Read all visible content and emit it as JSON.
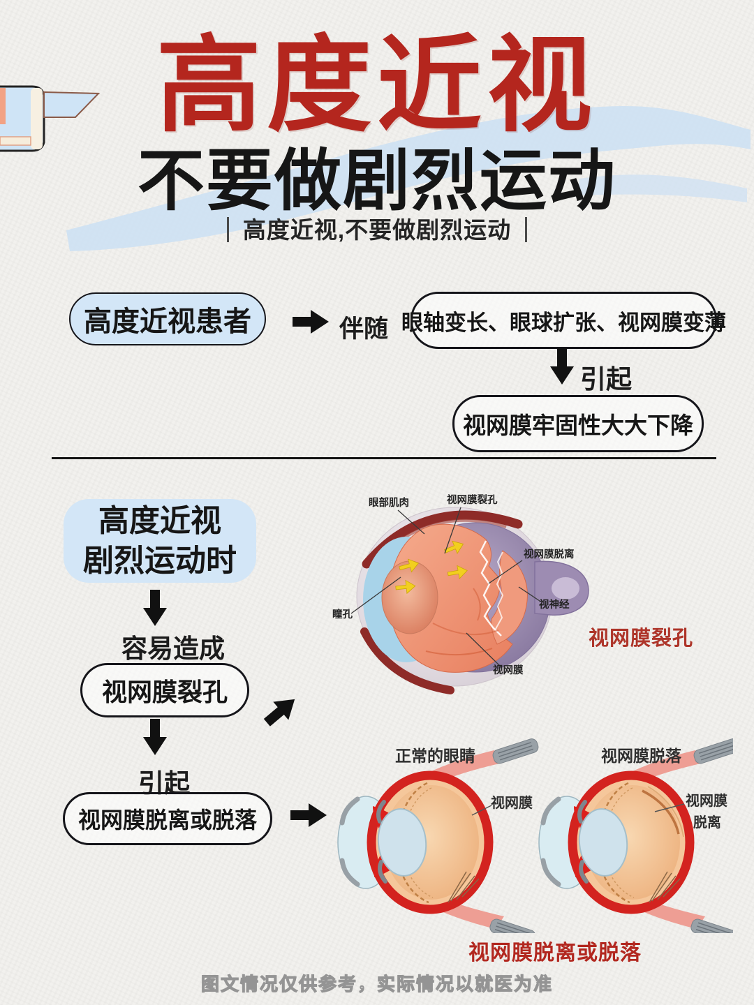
{
  "poster": {
    "title_red": "高度近视",
    "title_black": "不要做剧烈运动",
    "subtitle": "高度近视,不要做剧烈运动",
    "disclaimer": "图文情况仅供参考，实际情况以就医为准",
    "colors": {
      "accent_red": "#b4261e",
      "caption_red": "#b2271f",
      "light_blue": "#d3e6f7",
      "ink": "#161616",
      "paper": "#f2f1ee"
    }
  },
  "flow_top": {
    "start": "高度近视患者",
    "relation1": "伴随",
    "effect1": "眼轴变长、眼球扩张、视网膜变薄",
    "relation2": "引起",
    "effect2": "视网膜牢固性大大下降"
  },
  "flow_left": {
    "start_line1": "高度近视",
    "start_line2": "剧烈运动时",
    "relation1": "容易造成",
    "result1": "视网膜裂孔",
    "relation2": "引起",
    "result2": "视网膜脱离或脱落"
  },
  "eye_diagram_top": {
    "caption": "视网膜裂孔",
    "labels": {
      "eye_muscle": "眼部肌肉",
      "retinal_tear": "视网膜裂孔",
      "retinal_detachment": "视网膜脱离",
      "optic_nerve": "视神经",
      "pupil": "瞳孔",
      "retina": "视网膜"
    }
  },
  "eye_diagram_bottom": {
    "caption": "视网膜脱离或脱落",
    "left_title": "正常的眼睛",
    "right_title": "视网膜脱落",
    "left_label_retina": "视网膜",
    "right_label_line1": "视网膜",
    "right_label_line2": "脱离"
  }
}
